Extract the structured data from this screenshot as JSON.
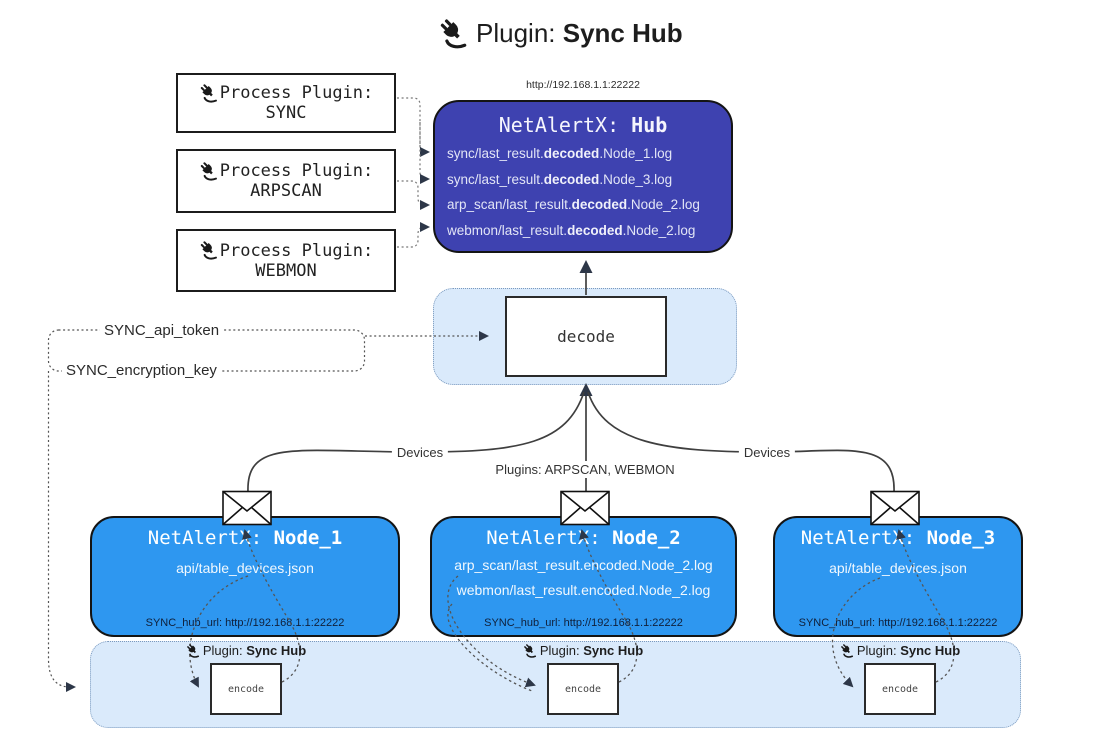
{
  "title": {
    "icon": "plug-icon",
    "prefix": "Plugin:",
    "bold": "Sync Hub"
  },
  "hub": {
    "url": "http://192.168.1.1:22222",
    "title_prefix": "NetAlertX:",
    "title_bold": "Hub",
    "logs": [
      {
        "pre": "sync/last_result.",
        "bold": "decoded",
        "post": ".Node_1.log"
      },
      {
        "pre": "sync/last_result.",
        "bold": "decoded",
        "post": ".Node_3.log"
      },
      {
        "pre": "arp_scan/last_result.",
        "bold": "decoded",
        "post": ".Node_2.log"
      },
      {
        "pre": "webmon/last_result.",
        "bold": "decoded",
        "post": ".Node_2.log"
      }
    ]
  },
  "process_plugins": [
    {
      "label": "Process Plugin:",
      "name": "SYNC"
    },
    {
      "label": "Process Plugin:",
      "name": "ARPSCAN"
    },
    {
      "label": "Process Plugin:",
      "name": "WEBMON"
    }
  ],
  "decode": {
    "label": "decode"
  },
  "settings": {
    "api_token_label": "SYNC_api_token",
    "encryption_key_label": "SYNC_encryption_key"
  },
  "edge_labels": {
    "left": "Devices",
    "middle": "Plugins: ARPSCAN, WEBMON",
    "right": "Devices"
  },
  "nodes": [
    {
      "title_prefix": "NetAlertX:",
      "title_bold": "Node_1",
      "files": [
        "api/table_devices.json"
      ],
      "hub_url_label": "SYNC_hub_url: http://192.168.1.1:22222"
    },
    {
      "title_prefix": "NetAlertX:",
      "title_bold": "Node_2",
      "files": [
        "arp_scan/last_result.encoded.Node_2.log",
        "webmon/last_result.encoded.Node_2.log"
      ],
      "hub_url_label": "SYNC_hub_url: http://192.168.1.1:22222"
    },
    {
      "title_prefix": "NetAlertX:",
      "title_bold": "Node_3",
      "files": [
        "api/table_devices.json"
      ],
      "hub_url_label": "SYNC_hub_url: http://192.168.1.1:22222"
    }
  ],
  "encode_bar": {
    "plugin_label_prefix": "Plugin:",
    "plugin_label_bold": "Sync Hub",
    "encode_label": "encode"
  },
  "colors": {
    "hub_fill": "#3e42b0",
    "node_fill": "#2e97f0",
    "panel_fill": "#daeafb",
    "panel_border": "#7b99bd",
    "line_dark": "#3f3f3f"
  }
}
